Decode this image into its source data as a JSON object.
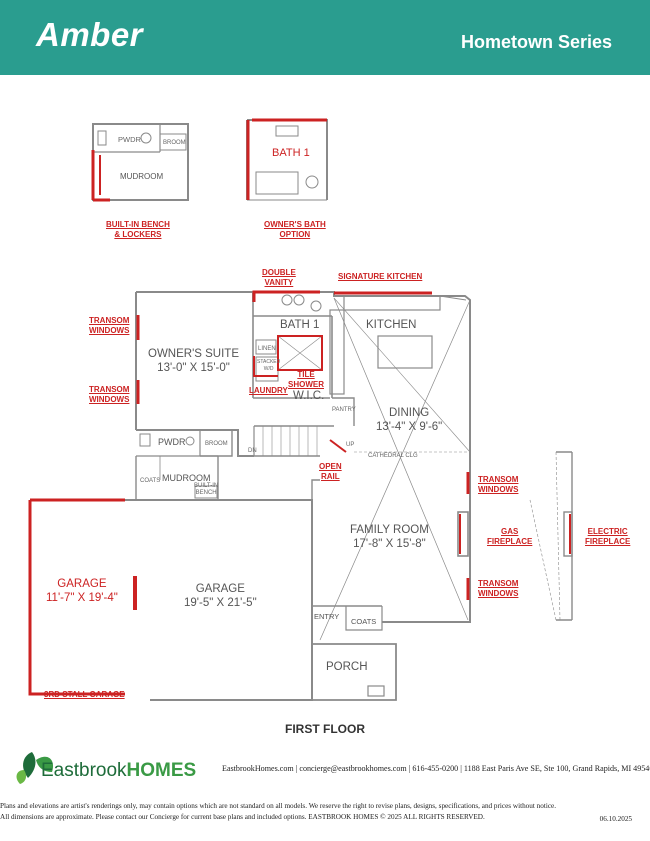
{
  "header": {
    "plan_name": "Amber",
    "series": "Hometown Series"
  },
  "options": {
    "builtin_bench": [
      "BUILT-IN BENCH",
      "& LOCKERS"
    ],
    "owners_bath": [
      "OWNER'S BATH",
      "OPTION"
    ],
    "double_vanity": [
      "DOUBLE",
      "VANITY"
    ],
    "signature_kitchen": "SIGNATURE KITCHEN",
    "transom_windows": [
      "TRANSOM",
      "WINDOWS"
    ],
    "laundry": "LAUNDRY",
    "tile_shower": [
      "TILE",
      "SHOWER"
    ],
    "open_rail": [
      "OPEN",
      "RAIL"
    ],
    "gas_fireplace": [
      "GAS",
      "FIREPLACE"
    ],
    "electric_fireplace": [
      "ELECTRIC",
      "FIREPLACE"
    ],
    "third_stall_garage": "3RD STALL GARAGE"
  },
  "rooms": {
    "inset_pwdr": "PWDR",
    "inset_broom": "BROOM",
    "inset_mudroom": "MUDROOM",
    "inset_bath1": "BATH 1",
    "owners_suite": "OWNER'S SUITE",
    "owners_suite_dim": "13'-0\" X 15'-0\"",
    "bath1": "BATH 1",
    "kitchen": "KITCHEN",
    "linen": "LINEN",
    "stacked_wd": [
      "STACKED",
      "W/D"
    ],
    "wic": "W.I.C.",
    "pantry": "PANTRY",
    "dining": "DINING",
    "dining_dim": "13'-4\" X 9'-6\"",
    "pwdr": "PWDR",
    "broom": "BROOM",
    "dn": "DN",
    "up": "UP",
    "cathedral": "CATHEDRAL CLG",
    "mudroom": "MUDROOM",
    "coats_small": "COATS",
    "builtin_bench": [
      "BUILT-IN",
      "BENCH"
    ],
    "family_room": "FAMILY ROOM",
    "family_room_dim": "17'-8\" X 15'-8\"",
    "garage_opt": "GARAGE",
    "garage_opt_dim": "11'-7\" X 19'-4\"",
    "garage": "GARAGE",
    "garage_dim": "19'-5\" X 21'-5\"",
    "entry": "ENTRY",
    "coats": "COATS",
    "porch": "PORCH"
  },
  "floor_title": "FIRST FLOOR",
  "footer": {
    "logo_a": "Eastbrook",
    "logo_b": "HOMES",
    "contact": "EastbrookHomes.com | concierge@eastbrookhomes.com | 616-455-0200 | 1188 East Paris Ave SE, Ste 100, Grand Rapids, MI 49546 ⌂",
    "disclaimer_1": "Plans and elevations are artist's renderings only, may contain options which are not standard on all models. We reserve the right to revise plans, designs, specifications, and prices without notice.",
    "disclaimer_2": "All dimensions are approximate. Please contact our Concierge for current base plans and included options. EASTBROOK HOMES © 2025 ALL RIGHTS RESERVED.",
    "date": "06.10.2025"
  },
  "colors": {
    "header": "#2a9d8f",
    "wall": "#8a8a8a",
    "option": "#cc2222",
    "logo_dark": "#1e6c3a",
    "logo_light": "#3a9a45"
  }
}
